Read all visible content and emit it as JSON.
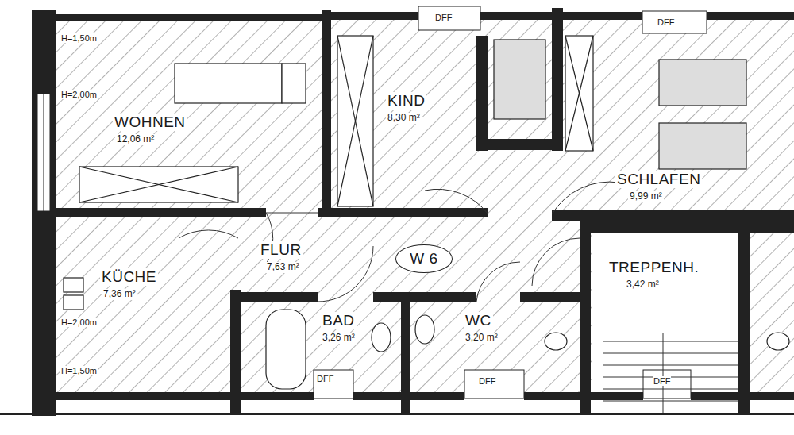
{
  "diagram": {
    "nodes": [
      {
        "text": [
          "WOHNEN",
          "12,06 m²"
        ]
      },
      {
        "text": [
          "KIND",
          "8,30 m²"
        ]
      },
      {
        "text": [
          "SCHLAFEN",
          "9,99 m²"
        ]
      },
      {
        "text": [
          "FLUR",
          "7,63 m²"
        ]
      },
      {
        "text": [
          "W 6"
        ],
        "in": 3
      },
      {
        "text": [
          "KÜCHE",
          "7,36 m²"
        ]
      },
      {
        "text": [
          "BAD",
          "3,26 m²"
        ]
      },
      {
        "text": [
          "WC",
          "3,20 m²"
        ]
      },
      {
        "text": [
          "TREPPENH.",
          "3,42 m²"
        ]
      }
    ],
    "labels": [
      "H=1,50m",
      "DFF",
      "DFF",
      "H=2,00m",
      "H=2,00m",
      "H=1,50m",
      "DFF",
      "DFF",
      "DFF"
    ]
  }
}
